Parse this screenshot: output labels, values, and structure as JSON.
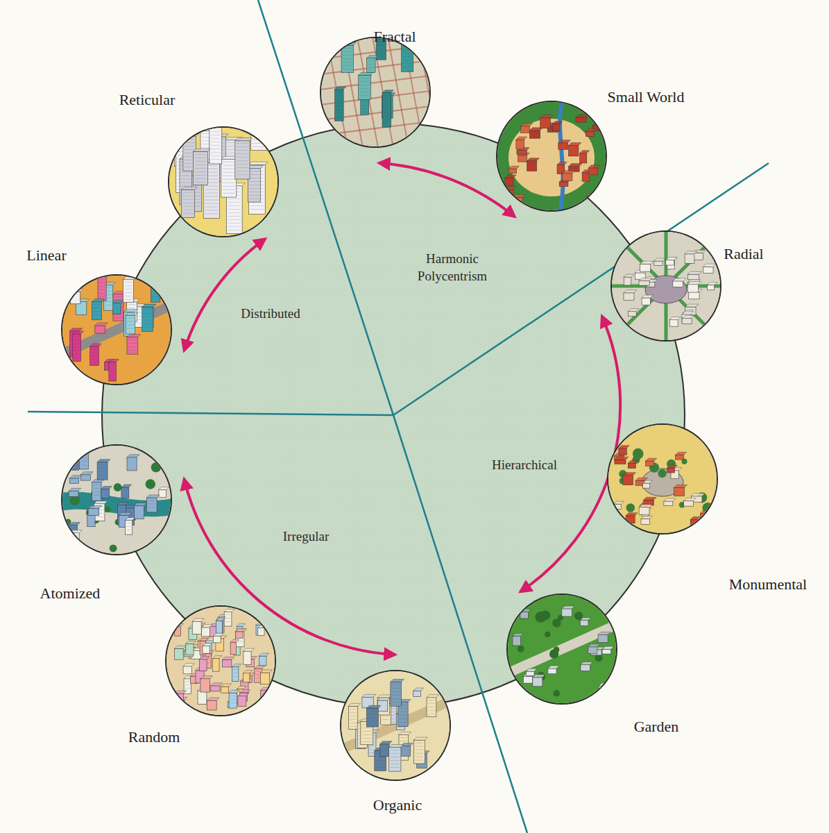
{
  "diagram": {
    "nodes": [
      {
        "text": [
          "Fractal"
        ]
      },
      {
        "text": [
          "Small World"
        ]
      },
      {
        "text": [
          "Radial"
        ]
      },
      {
        "text": [
          "Monumental"
        ]
      },
      {
        "text": [
          "Garden"
        ]
      },
      {
        "text": [
          "Organic"
        ]
      },
      {
        "text": [
          "Random"
        ]
      },
      {
        "text": [
          "Atomized"
        ]
      },
      {
        "text": [
          "Linear"
        ]
      },
      {
        "text": [
          "Reticular"
        ]
      }
    ],
    "edges": [
      {
        "from": 0,
        "to": 1,
        "arrow": "both"
      },
      {
        "from": 2,
        "to": 4,
        "arrow": "both"
      },
      {
        "from": 7,
        "to": 5,
        "arrow": "both"
      },
      {
        "from": 8,
        "to": 9,
        "arrow": "both"
      }
    ],
    "labels": [
      "Distributed",
      "Harmonic Polycentrism",
      "Hierarchical",
      "Irregular"
    ]
  }
}
